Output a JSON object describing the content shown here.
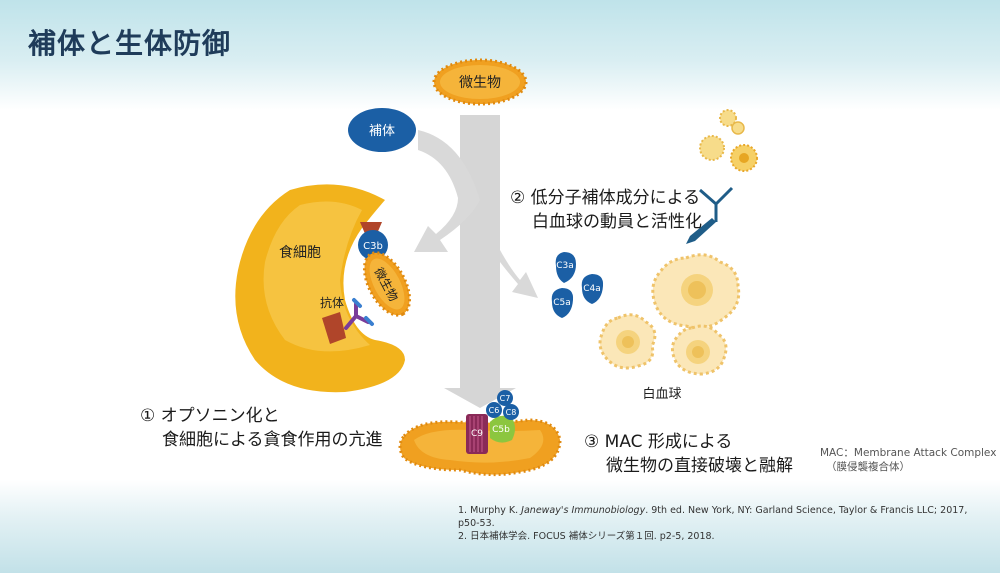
{
  "title": "補体と生体防御",
  "labels": {
    "microbe_top": "微生物",
    "complement": "補体",
    "phagocyte": "食細胞",
    "c3b": "C3b",
    "microbe_small": "微生物",
    "antibody": "抗体",
    "leukocyte": "白血球",
    "c3a": "C3a",
    "c4a": "C4a",
    "c5a": "C5a",
    "c7": "C7",
    "c6": "C6",
    "c8": "C8",
    "c5b": "C5b",
    "c9": "C9"
  },
  "steps": {
    "opsonization": {
      "number": "①",
      "line1": "オプソニン化と",
      "line2": "食細胞による貪食作用の亢進"
    },
    "leukocyte": {
      "number": "②",
      "line1": "低分子補体成分による",
      "line2": "白血球の動員と活性化"
    },
    "mac": {
      "number": "③",
      "line1": "MAC 形成による",
      "line2": "微生物の直接破壊と融解"
    }
  },
  "mac_note": {
    "line1": "MAC：Membrane Attack Complex",
    "line2": "（膜侵襲複合体）"
  },
  "references": [
    {
      "before": "1. Murphy K. ",
      "italic": "Janeway's Immunobiology",
      "after": ". 9th ed. New York, NY: Garland Science, Taylor & Francis LLC; 2017, p50-53."
    },
    {
      "before": "2. 日本補体学会. FOCUS 補体シリーズ第１回. p2-5, 2018.",
      "italic": "",
      "after": ""
    }
  ],
  "colors": {
    "title": "#1f3c5a",
    "complement_blue": "#1b5fa5",
    "phagocyte_yellow": "#f2b31c",
    "microbe_orange": "#f0a020",
    "arrow_gray": "#d4d4d4",
    "leukocyte_fill": "#fbe7b8"
  }
}
